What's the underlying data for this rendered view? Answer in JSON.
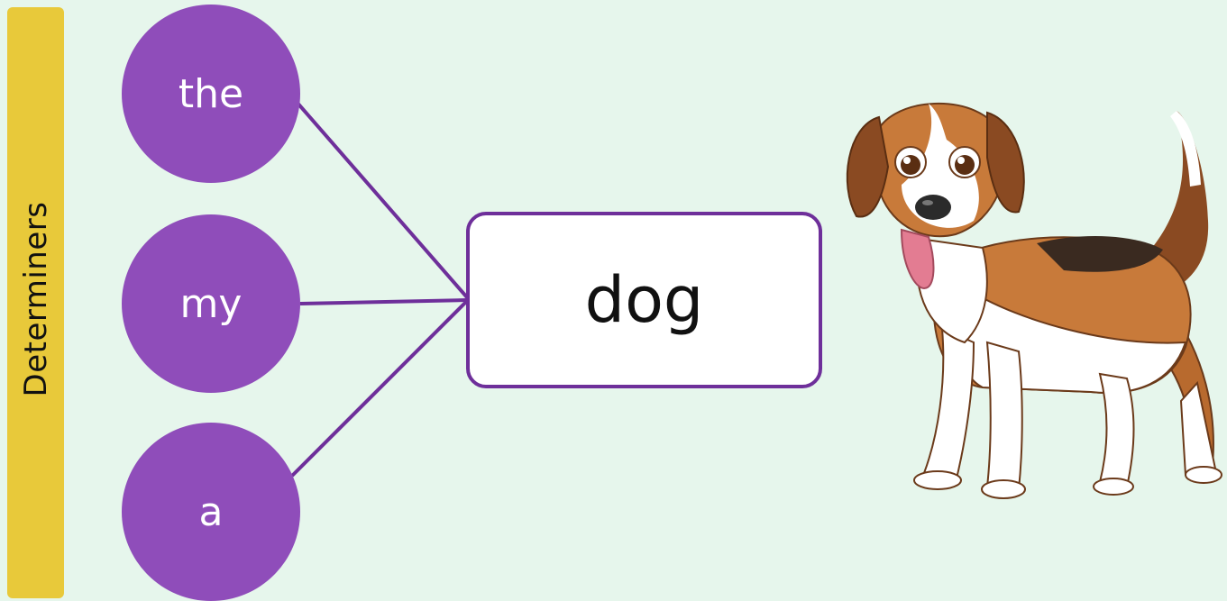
{
  "sidebar": {
    "label": "Determiners"
  },
  "determiners": [
    "the",
    "my",
    "a"
  ],
  "noun": "dog",
  "colors": {
    "background": "#e6f6ec",
    "sidebar": "#e8c93a",
    "circle": "#8f4dba",
    "box_border": "#6e2f9a",
    "connector": "#6e2f9a"
  },
  "illustration": {
    "icon": "beagle-dog-illustration"
  }
}
